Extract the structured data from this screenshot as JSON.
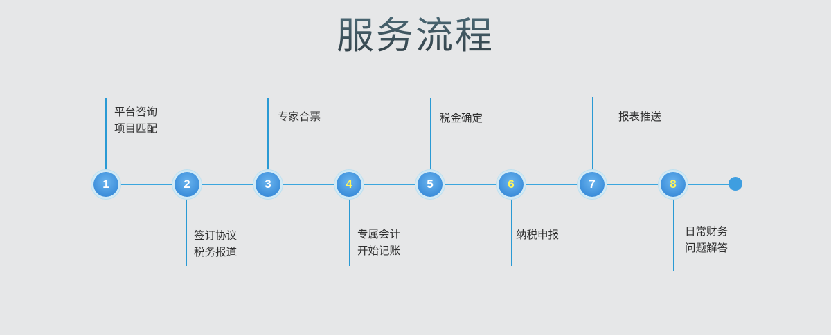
{
  "title": "服务流程",
  "steps": [
    {
      "number": "1",
      "lines": [
        "平台咨询",
        "项目匹配"
      ]
    },
    {
      "number": "2",
      "lines": [
        "签订协议",
        "税务报道"
      ]
    },
    {
      "number": "3",
      "lines": [
        "专家合票"
      ]
    },
    {
      "number": "4",
      "lines": [
        "专属会计",
        "开始记账"
      ]
    },
    {
      "number": "5",
      "lines": [
        "税金确定"
      ]
    },
    {
      "number": "6",
      "lines": [
        "纳税申报"
      ]
    },
    {
      "number": "7",
      "lines": [
        "报表推送"
      ]
    },
    {
      "number": "8",
      "lines": [
        "日常财务",
        "问题解答"
      ]
    }
  ],
  "colors": {
    "line": "#3ba6de",
    "node": "#3d8fdb",
    "node_number_yellow": "#fff45a",
    "title": "#3b4a52"
  }
}
